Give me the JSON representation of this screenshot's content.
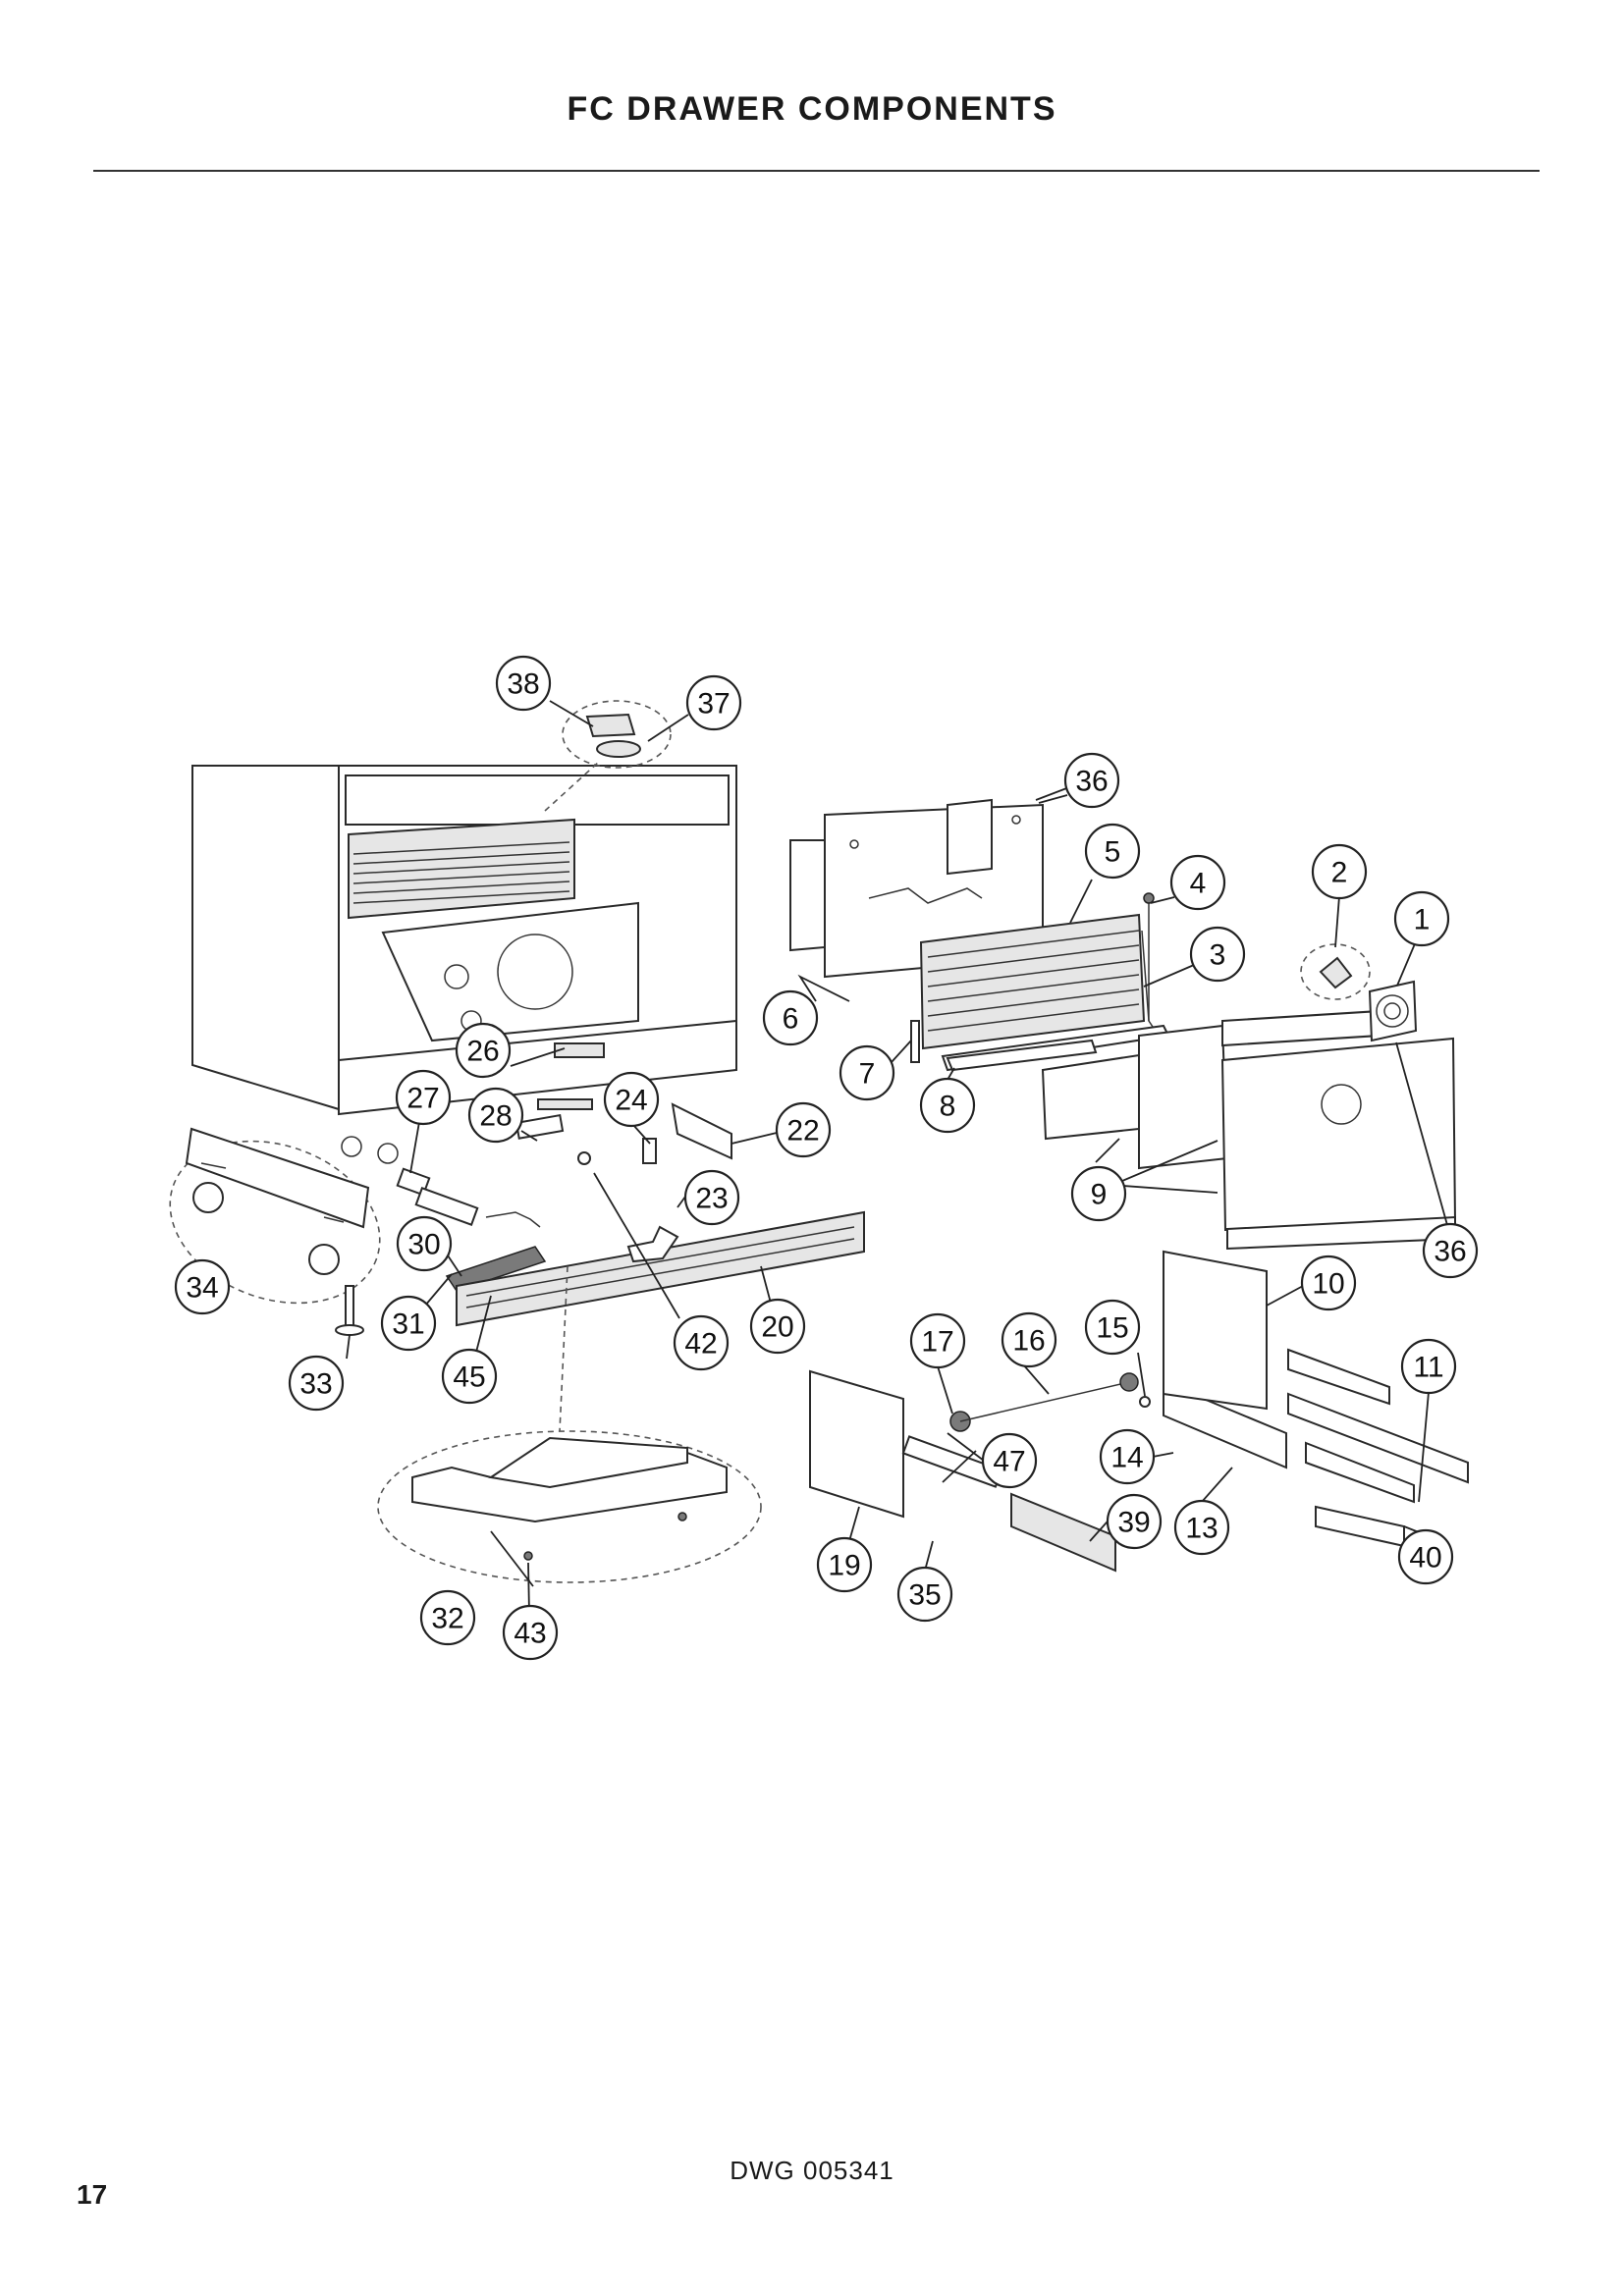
{
  "page": {
    "title": "FC DRAWER COMPONENTS",
    "drawing_number": "DWG 005341",
    "page_number": "17"
  },
  "callouts": [
    {
      "label": "1"
    },
    {
      "label": "2"
    },
    {
      "label": "3"
    },
    {
      "label": "4"
    },
    {
      "label": "5"
    },
    {
      "label": "6"
    },
    {
      "label": "7"
    },
    {
      "label": "8"
    },
    {
      "label": "9"
    },
    {
      "label": "10"
    },
    {
      "label": "11"
    },
    {
      "label": "13"
    },
    {
      "label": "14"
    },
    {
      "label": "15"
    },
    {
      "label": "16"
    },
    {
      "label": "17"
    },
    {
      "label": "19"
    },
    {
      "label": "20"
    },
    {
      "label": "22"
    },
    {
      "label": "23"
    },
    {
      "label": "24"
    },
    {
      "label": "26"
    },
    {
      "label": "27"
    },
    {
      "label": "28"
    },
    {
      "label": "30"
    },
    {
      "label": "31"
    },
    {
      "label": "32"
    },
    {
      "label": "33"
    },
    {
      "label": "34"
    },
    {
      "label": "35"
    },
    {
      "label": "36"
    },
    {
      "label": "36"
    },
    {
      "label": "37"
    },
    {
      "label": "38"
    },
    {
      "label": "39"
    },
    {
      "label": "40"
    },
    {
      "label": "42"
    },
    {
      "label": "43"
    },
    {
      "label": "45"
    },
    {
      "label": "47"
    }
  ]
}
